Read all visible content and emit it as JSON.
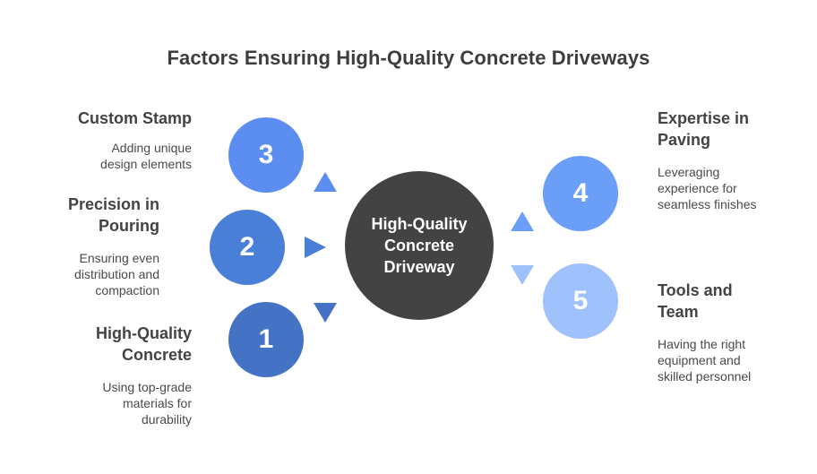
{
  "title": "Factors Ensuring High-Quality Concrete Driveways",
  "center": {
    "lines": [
      "High-Quality",
      "Concrete",
      "Driveway"
    ]
  },
  "factors": [
    {
      "number": "1",
      "heading_lines": [
        "High-Quality",
        "Concrete"
      ],
      "desc_lines": [
        "Using top-grade",
        "materials for",
        "durability"
      ],
      "color": "#4472c4"
    },
    {
      "number": "2",
      "heading_lines": [
        "Precision in",
        "Pouring"
      ],
      "desc_lines": [
        "Ensuring even",
        "distribution and",
        "compaction"
      ],
      "color": "#4a7fd8"
    },
    {
      "number": "3",
      "heading_lines": [
        "Custom Stamp"
      ],
      "desc_lines": [
        "Adding unique",
        "design elements"
      ],
      "color": "#5b8ef0"
    },
    {
      "number": "4",
      "heading_lines": [
        "Expertise in",
        "Paving"
      ],
      "desc_lines": [
        "Leveraging",
        "experience for",
        "seamless finishes"
      ],
      "color": "#6a9ef7"
    },
    {
      "number": "5",
      "heading_lines": [
        "Tools and",
        "Team"
      ],
      "desc_lines": [
        "Having the right",
        "equipment and",
        "skilled personnel"
      ],
      "color": "#9ec1fb"
    }
  ]
}
